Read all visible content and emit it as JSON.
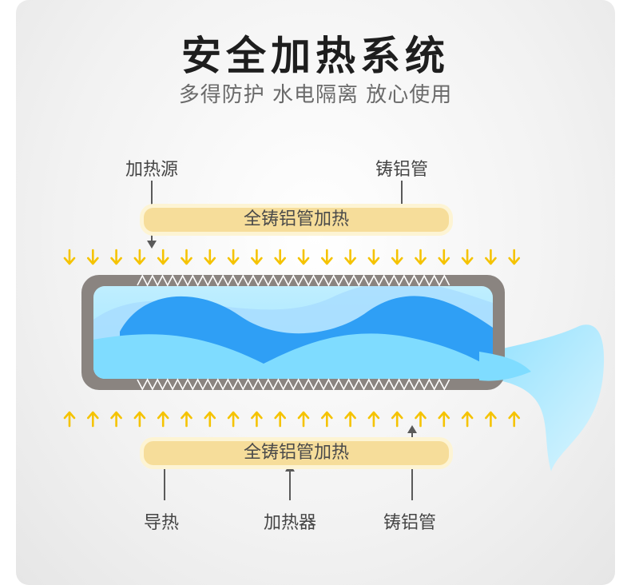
{
  "title": "安全加热系统",
  "subtitle": "多得防护 水电隔离 放心使用",
  "labels": {
    "heat_source": "加热源",
    "cast_tube_top": "铸铝管",
    "heat_conduction": "导热",
    "heater": "加热器",
    "cast_tube_bottom": "铸铝管"
  },
  "bars": {
    "top": "全铸铝管加热",
    "bottom": "全铸铝管加热"
  },
  "colors": {
    "arrow": "#f5c300",
    "bar_fill": "#f6dd9a",
    "tube_border": "#8a8480",
    "water_light": "#8ee0ff",
    "water_dark": "#2f9ff5"
  }
}
